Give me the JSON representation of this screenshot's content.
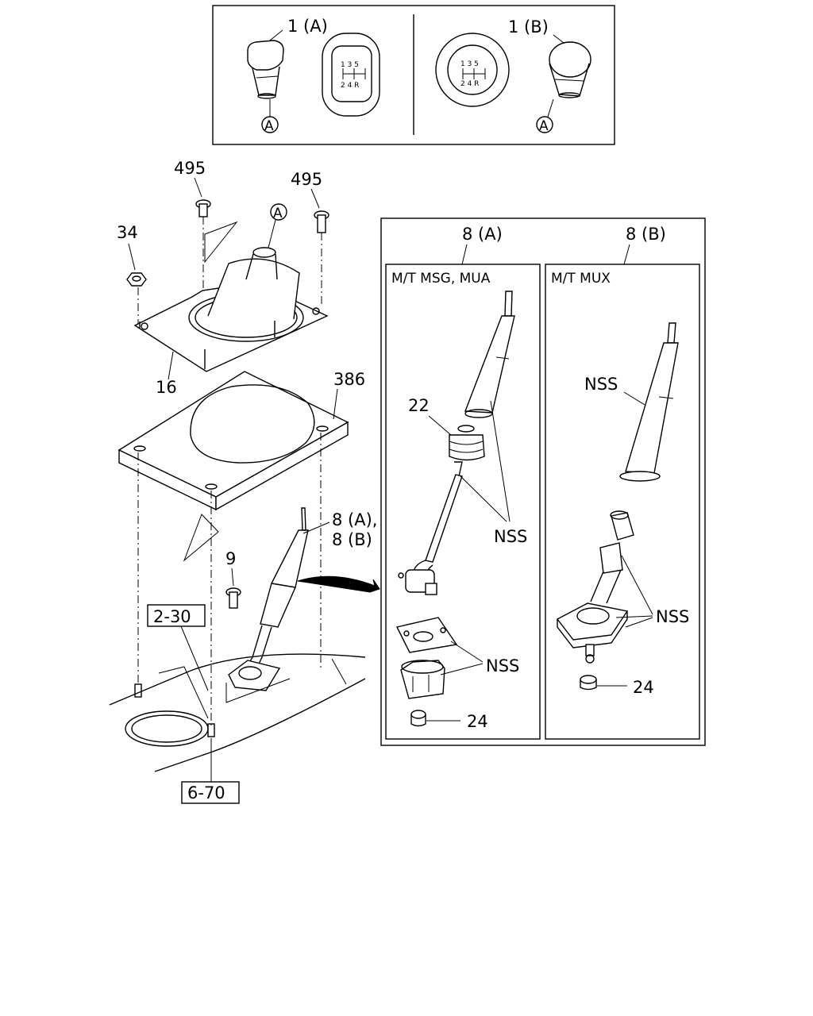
{
  "callouts": {
    "knob_1a": "1 (A)",
    "knob_1b": "1 (B)",
    "ref_a_1": "A",
    "ref_a_2": "A",
    "ref_a_3": "A",
    "bolt_495_left": "495",
    "bolt_495_right": "495",
    "nut_34": "34",
    "bracket_16": "16",
    "panel_386": "386",
    "lever_8": "8 (A),",
    "lever_8b": "8 (B)",
    "bolt_9": "9",
    "ref_2_30": "2-30",
    "ref_6_70": "6-70"
  },
  "gear_pattern": {
    "top": "1 3 5",
    "bottom": "2 4 R"
  },
  "detail": {
    "title_a": "8 (A)",
    "title_b": "8 (B)",
    "variant_a": "M/T  MSG, MUA",
    "variant_b": "M/T  MUX",
    "boot_22": "22",
    "nss_a1": "NSS",
    "nss_a2": "NSS",
    "cap_24_a": "24",
    "nss_b1": "NSS",
    "nss_b2": "NSS",
    "cap_24_b": "24"
  }
}
